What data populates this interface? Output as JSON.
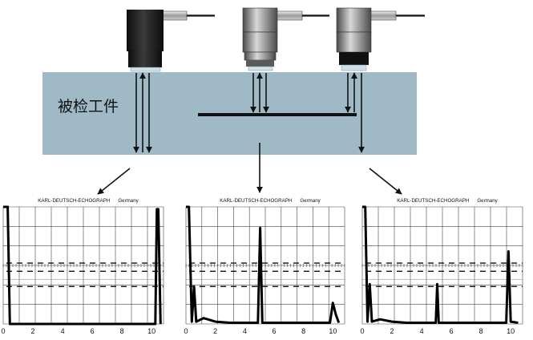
{
  "workpiece": {
    "label": "被检工件",
    "color": "#9fb9c6"
  },
  "probes": [
    {
      "name": "probe-left",
      "cable": true
    },
    {
      "name": "probe-middle",
      "cable": true
    },
    {
      "name": "probe-right",
      "cable": true
    }
  ],
  "scopes": [
    {
      "brand": "KARL-DEUTSCH-ECHOGRAPH",
      "country": "Germany",
      "x_ticks": [
        "0",
        "2",
        "4",
        "6",
        "8",
        "10"
      ],
      "xlim": [
        0,
        10.8
      ],
      "ylim": [
        0,
        100
      ],
      "trace": [
        [
          0,
          100
        ],
        [
          0.3,
          100
        ],
        [
          0.45,
          0
        ],
        [
          10.25,
          0
        ],
        [
          10.35,
          98
        ],
        [
          10.45,
          98
        ],
        [
          10.6,
          0
        ]
      ]
    },
    {
      "brand": "KARL-DEUTSCH-ECHOGRAPH",
      "country": "Germany",
      "x_ticks": [
        "0",
        "2",
        "4",
        "6",
        "8",
        "10"
      ],
      "xlim": [
        0,
        10.8
      ],
      "ylim": [
        0,
        100
      ],
      "trace": [
        [
          0,
          100
        ],
        [
          0.2,
          100
        ],
        [
          0.4,
          2
        ],
        [
          0.55,
          32
        ],
        [
          0.7,
          2
        ],
        [
          1.2,
          5
        ],
        [
          2,
          2
        ],
        [
          3,
          1
        ],
        [
          4,
          1
        ],
        [
          4.9,
          1
        ],
        [
          5.05,
          82
        ],
        [
          5.2,
          1
        ],
        [
          6,
          1
        ],
        [
          8,
          1
        ],
        [
          9.8,
          1
        ],
        [
          10,
          18
        ],
        [
          10.2,
          8
        ],
        [
          10.4,
          1
        ]
      ]
    },
    {
      "brand": "KARL-DEUTSCH-ECHOGRAPH",
      "country": "Germany",
      "x_ticks": [
        "0",
        "2",
        "4",
        "6",
        "8",
        "10"
      ],
      "xlim": [
        0,
        10.8
      ],
      "ylim": [
        0,
        100
      ],
      "trace": [
        [
          0,
          100
        ],
        [
          0.2,
          100
        ],
        [
          0.35,
          2
        ],
        [
          0.5,
          34
        ],
        [
          0.65,
          2
        ],
        [
          1.2,
          4
        ],
        [
          2,
          2
        ],
        [
          3,
          1
        ],
        [
          4,
          1
        ],
        [
          4.95,
          1
        ],
        [
          5.05,
          34
        ],
        [
          5.15,
          1
        ],
        [
          6,
          1
        ],
        [
          8,
          1
        ],
        [
          9.7,
          1
        ],
        [
          9.85,
          62
        ],
        [
          10,
          2
        ],
        [
          10.5,
          1
        ]
      ]
    }
  ]
}
